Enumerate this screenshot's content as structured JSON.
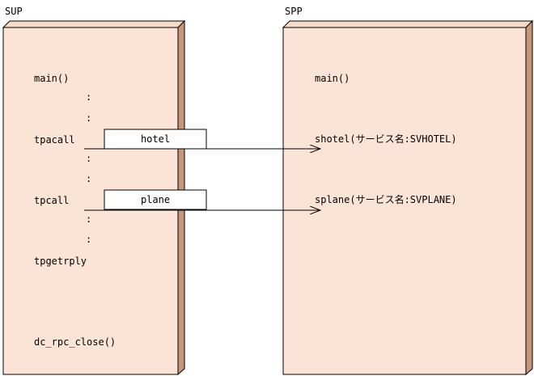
{
  "sup": {
    "title": "SUP",
    "main": "main()",
    "dots": ":",
    "tpacall": "tpacall",
    "tpcall": "tpcall",
    "tpgetrply": "tpgetrply",
    "close": "dc_rpc_close()"
  },
  "spp": {
    "title": "SPP",
    "main": "main()",
    "shotel": "shotel(サービス名:SVHOTEL)",
    "splane": "splane(サービス名:SVPLANE)"
  },
  "messages": {
    "hotel": "hotel",
    "plane": "plane"
  },
  "colors": {
    "box_front": "#fbe4d5",
    "box_side": "#c8967a",
    "box_top": "#f6dcc8",
    "stroke": "#000000"
  }
}
